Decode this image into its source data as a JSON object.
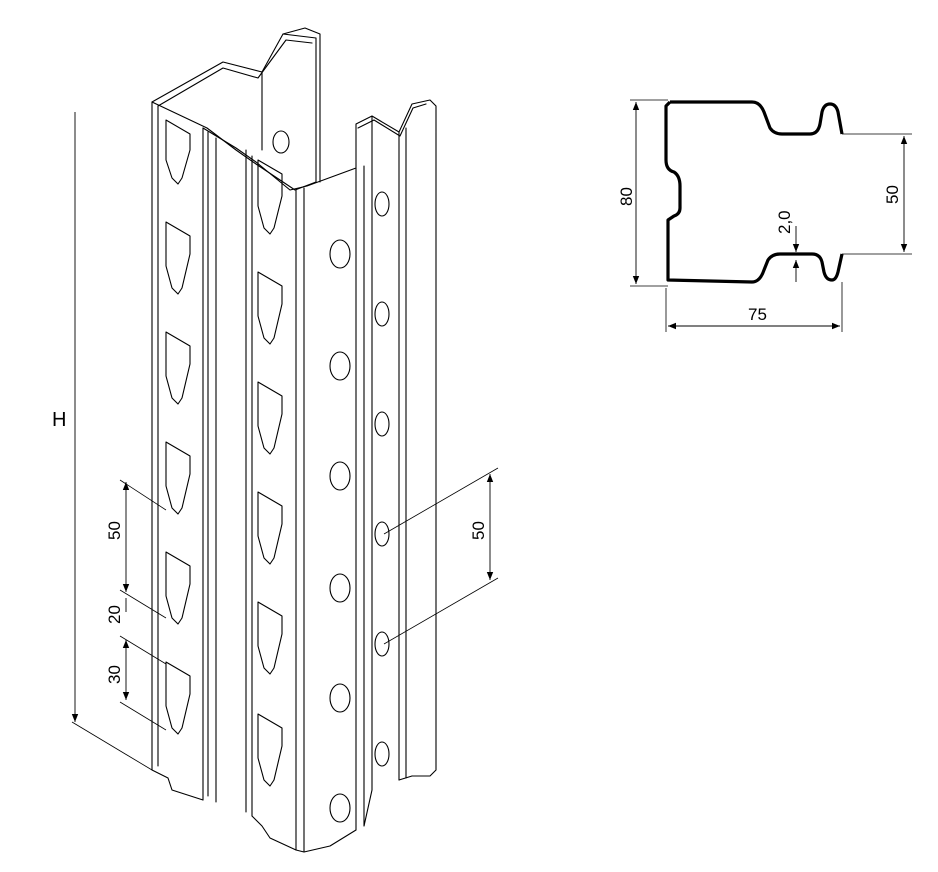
{
  "isometric": {
    "height_label": "H",
    "slot_pitch_label": "50",
    "slot_length_label": "20",
    "slot_gap_label": "30",
    "hole_pitch_label": "50"
  },
  "profile": {
    "height_label": "80",
    "width_label": "75",
    "inner_label": "50",
    "thickness_label": "2,0"
  }
}
